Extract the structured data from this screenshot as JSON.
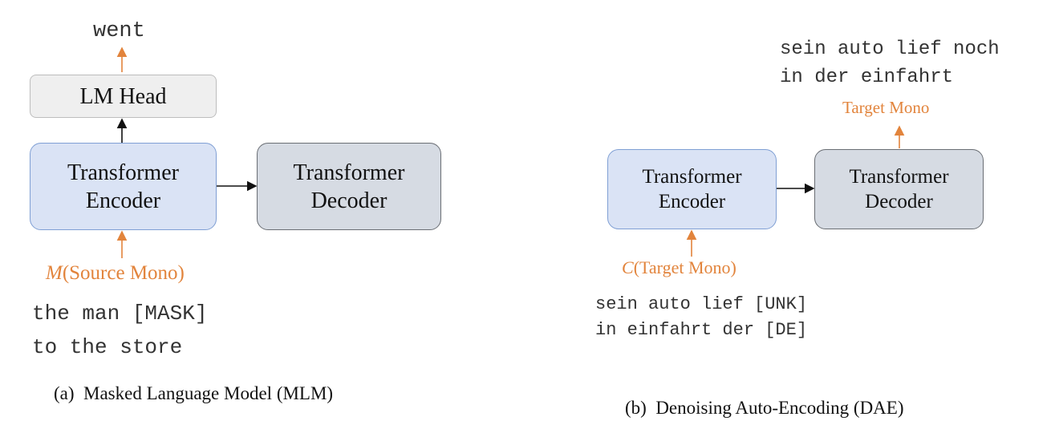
{
  "colors": {
    "accent_orange": "#e2843c",
    "encoder_fill": "#dae3f5",
    "decoder_fill": "#d6dbe3",
    "head_fill": "#efefef"
  },
  "mlm": {
    "output_token": "went",
    "lm_head": "LM Head",
    "encoder": [
      "Transformer",
      "Encoder"
    ],
    "decoder": [
      "Transformer",
      "Decoder"
    ],
    "input_label_fn": "M",
    "input_label_rest": "(Source Mono)",
    "input_text": [
      "the man [MASK]",
      "to the store"
    ],
    "caption": "(a)  Masked Language Model (MLM)"
  },
  "dae": {
    "output_text": [
      "sein auto lief noch",
      "in der einfahrt"
    ],
    "output_label": "Target Mono",
    "encoder": [
      "Transformer",
      "Encoder"
    ],
    "decoder": [
      "Transformer",
      "Decoder"
    ],
    "input_label_fn": "C",
    "input_label_rest": "(Target Mono)",
    "input_text": [
      "sein auto lief [UNK]",
      "in einfahrt der [DE]"
    ],
    "caption": "(b)  Denoising Auto-Encoding (DAE)"
  }
}
